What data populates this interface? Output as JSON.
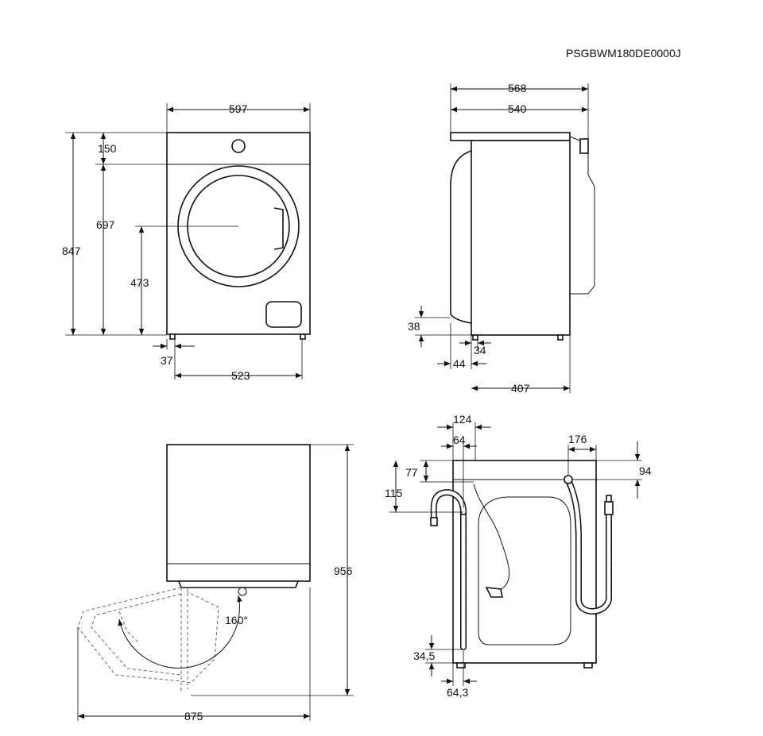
{
  "model_code": "PSGBWM180DE0000J",
  "front_view": {
    "width": "597",
    "height_total": "847",
    "top_panel": "150",
    "door_top": "697",
    "door_center": "473",
    "foot_offset": "37",
    "feet_spacing": "523"
  },
  "side_view": {
    "depth_total": "568",
    "depth_body": "540",
    "door_clearance": "38",
    "foot_offset": "34",
    "front_protrusion": "44",
    "feet_depth": "407"
  },
  "top_view": {
    "depth_open": "956",
    "width_open": "875",
    "opening_angle": "160°"
  },
  "rear_view": {
    "hose_offset_a": "124",
    "hose_offset_b": "64",
    "inlet_offset": "176",
    "drain_top": "77",
    "drain_height": "115",
    "inlet_top": "94",
    "bottom_height": "34,5",
    "bottom_offset": "64,3"
  },
  "colors": {
    "line": "#111111",
    "background": "#ffffff"
  }
}
